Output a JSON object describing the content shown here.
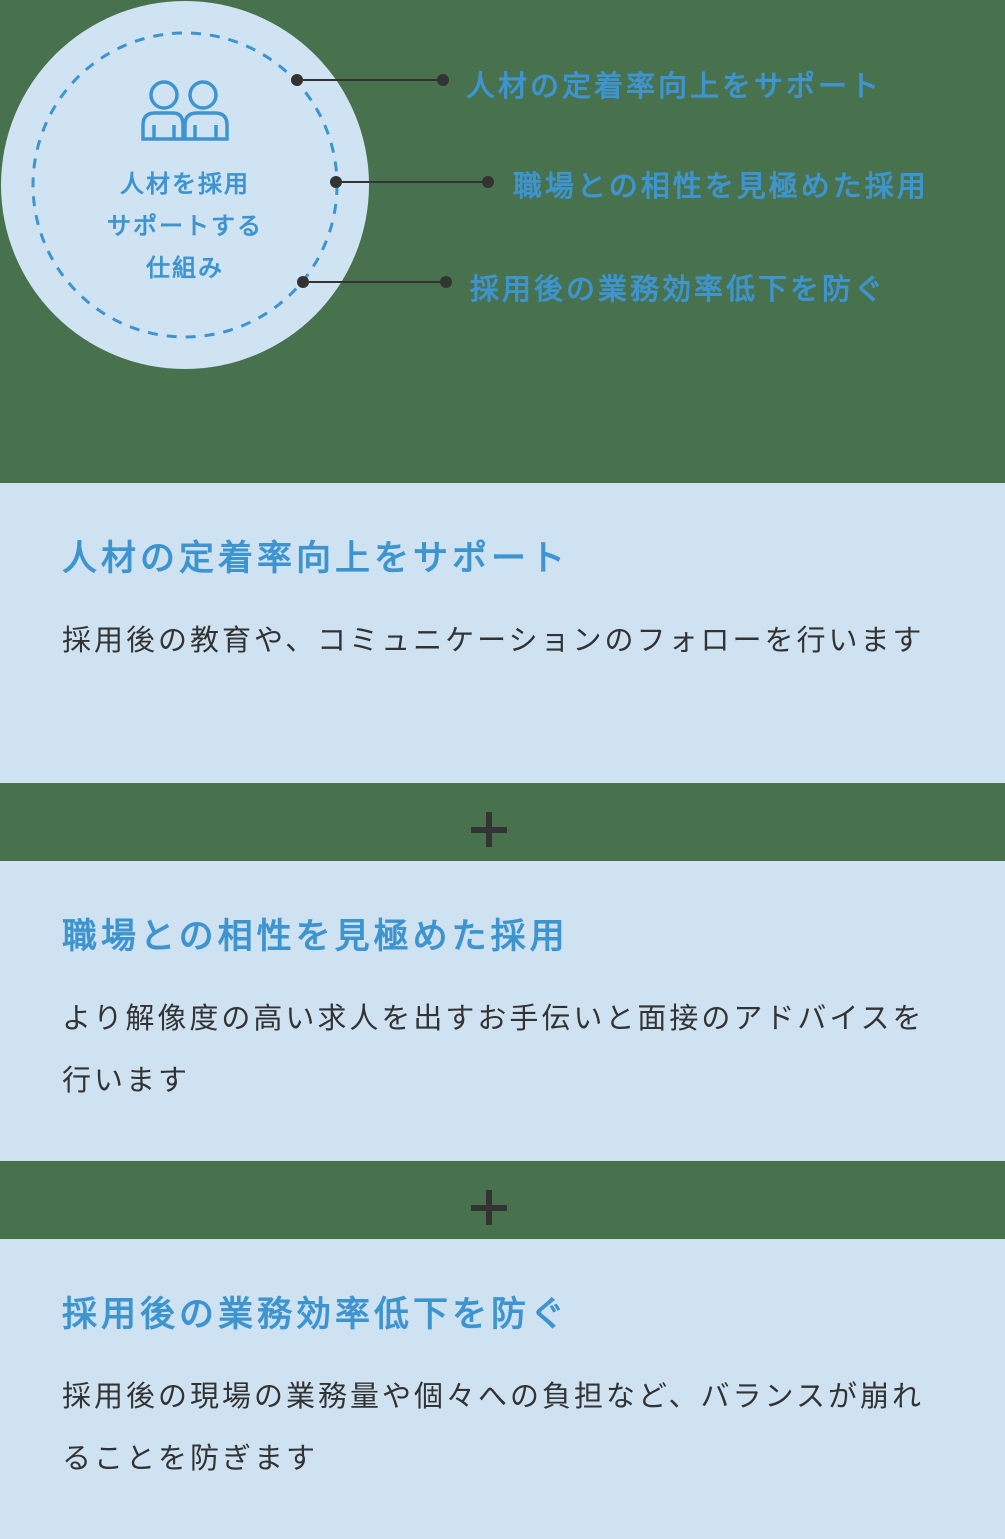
{
  "diagram": {
    "center": {
      "icon": "people-icon",
      "label_lines": [
        "人材を採用",
        "サポートする",
        "仕組み"
      ]
    },
    "callouts": [
      {
        "label": "人材の定着率向上をサポート"
      },
      {
        "label": "職場との相性を見極めた採用"
      },
      {
        "label": "採用後の業務効率低下を防ぐ"
      }
    ]
  },
  "cards": [
    {
      "title": "人材の定着率向上をサポート",
      "body": "採用後の教育や、コミュニケーションのフォローを行います"
    },
    {
      "title": "職場との相性を見極めた採用",
      "body": "より解像度の高い求人を出すお手伝いと面接のアドバイスを行います"
    },
    {
      "title": "採用後の業務効率低下を防ぐ",
      "body": "採用後の現場の業務量や個々への負担など、バランスが崩れることを防ぎます"
    }
  ],
  "separators": [
    {
      "symbol": "plus-icon"
    },
    {
      "symbol": "plus-icon"
    }
  ],
  "colors": {
    "background": "#48714d",
    "card": "#cfe2f2",
    "accent_blue": "#3e94cf",
    "text_dark": "#333333"
  }
}
